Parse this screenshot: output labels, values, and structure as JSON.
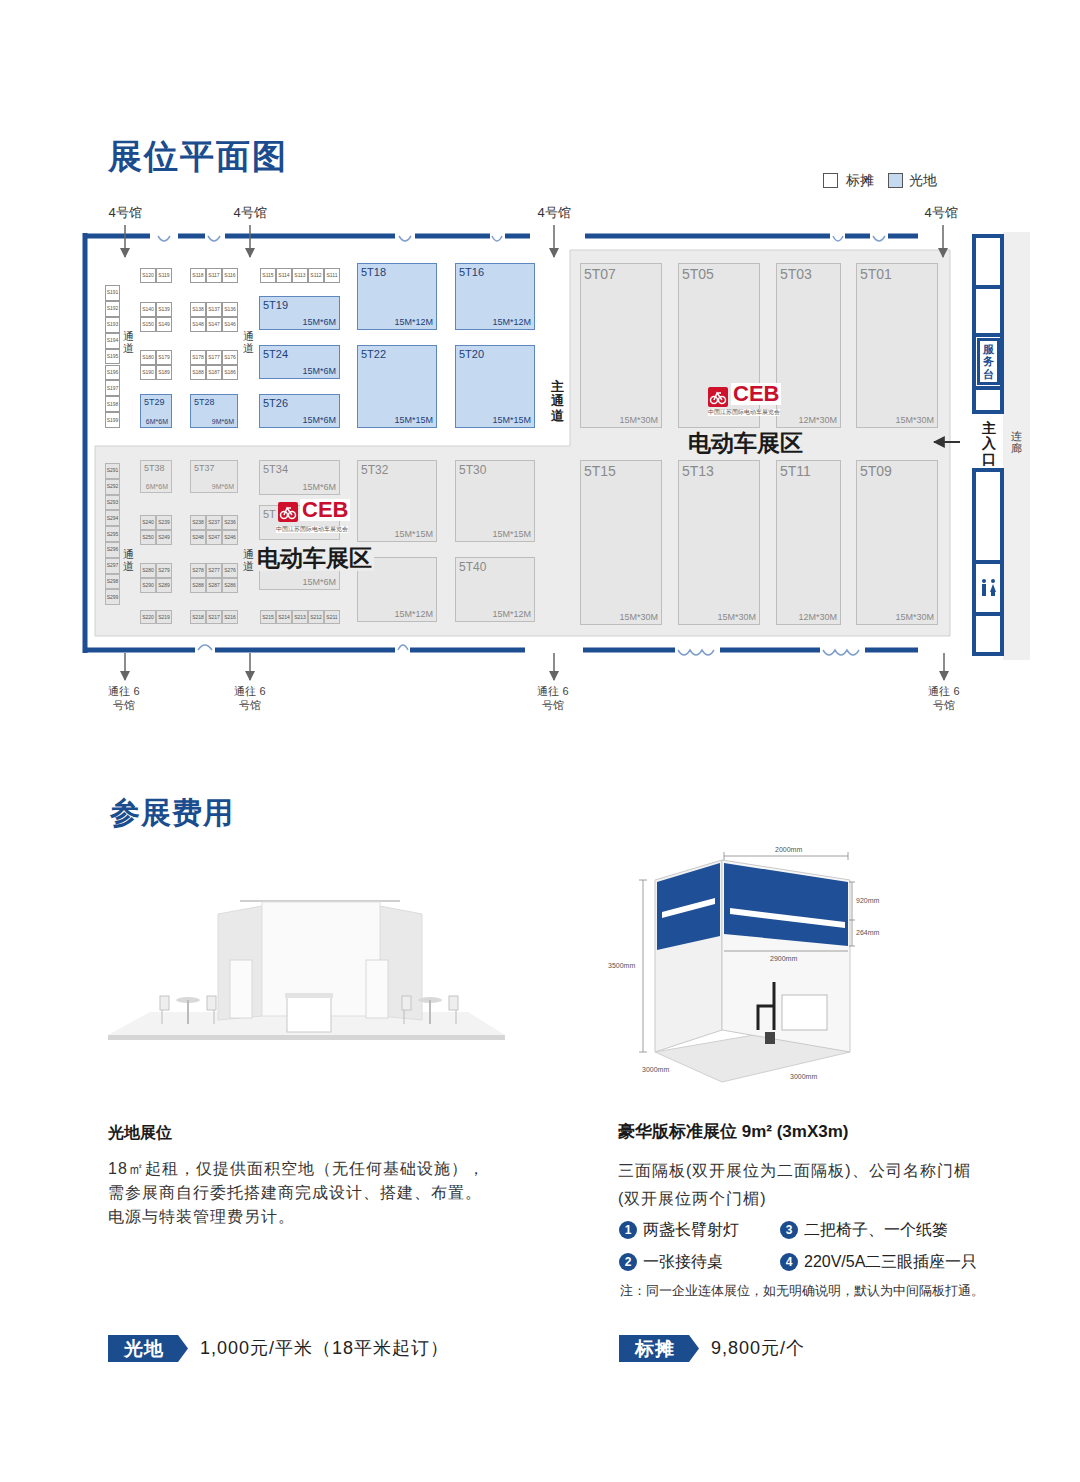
{
  "diagram": {
    "title": "展位平面图",
    "nodes": [
      {
        "text": [
          "S191"
        ]
      },
      {
        "text": [
          "S192"
        ]
      },
      {
        "text": [
          "S193"
        ]
      },
      {
        "text": [
          "S194"
        ]
      },
      {
        "text": [
          "S195"
        ]
      },
      {
        "text": [
          "S196"
        ]
      },
      {
        "text": [
          "S197"
        ]
      },
      {
        "text": [
          "S198"
        ]
      },
      {
        "text": [
          "S199"
        ]
      },
      {
        "text": [
          "S120"
        ]
      },
      {
        "text": [
          "S119"
        ]
      },
      {
        "text": [
          "S118"
        ]
      },
      {
        "text": [
          "S117"
        ]
      },
      {
        "text": [
          "S116"
        ]
      },
      {
        "text": [
          "S115"
        ]
      },
      {
        "text": [
          "S114"
        ]
      },
      {
        "text": [
          "S113"
        ]
      },
      {
        "text": [
          "S112"
        ]
      },
      {
        "text": [
          "S111"
        ]
      },
      {
        "text": [
          "S140"
        ]
      },
      {
        "text": [
          "S139"
        ]
      },
      {
        "text": [
          "S138"
        ]
      },
      {
        "text": [
          "S137"
        ]
      },
      {
        "text": [
          "S136"
        ]
      },
      {
        "text": [
          "S150"
        ]
      },
      {
        "text": [
          "S149"
        ]
      },
      {
        "text": [
          "S148"
        ]
      },
      {
        "text": [
          "S147"
        ]
      },
      {
        "text": [
          "S146"
        ]
      },
      {
        "text": [
          "S180"
        ]
      },
      {
        "text": [
          "S179"
        ]
      },
      {
        "text": [
          "S178"
        ]
      },
      {
        "text": [
          "S177"
        ]
      },
      {
        "text": [
          "S176"
        ]
      },
      {
        "text": [
          "S190"
        ]
      },
      {
        "text": [
          "S189"
        ]
      },
      {
        "text": [
          "S188"
        ]
      },
      {
        "text": [
          "S187"
        ]
      },
      {
        "text": [
          "S186"
        ]
      },
      {
        "text": [
          "5T18",
          "15M*12M"
        ]
      },
      {
        "text": [
          "5T16",
          "15M*12M"
        ]
      },
      {
        "text": [
          "5T19",
          "15M*6M"
        ]
      },
      {
        "text": [
          "5T24",
          "15M*6M"
        ]
      },
      {
        "text": [
          "5T22",
          "15M*15M"
        ]
      },
      {
        "text": [
          "5T20",
          "15M*15M"
        ]
      },
      {
        "text": [
          "5T29",
          "6M*6M"
        ]
      },
      {
        "text": [
          "5T28",
          "9M*6M"
        ]
      },
      {
        "text": [
          "5T26",
          "15M*6M"
        ]
      },
      {
        "text": [
          "5T07",
          "15M*30M"
        ]
      },
      {
        "text": [
          "5T05"
        ]
      },
      {
        "text": [
          "5T03",
          "12M*30M"
        ]
      },
      {
        "text": [
          "5T01",
          "15M*30M"
        ]
      },
      {
        "text": [
          "S291"
        ]
      },
      {
        "text": [
          "S292"
        ]
      },
      {
        "text": [
          "S293"
        ]
      },
      {
        "text": [
          "S294"
        ]
      },
      {
        "text": [
          "S295"
        ]
      },
      {
        "text": [
          "S296"
        ]
      },
      {
        "text": [
          "S297"
        ]
      },
      {
        "text": [
          "S298"
        ]
      },
      {
        "text": [
          "S299"
        ]
      },
      {
        "text": [
          "S240"
        ]
      },
      {
        "text": [
          "S239"
        ]
      },
      {
        "text": [
          "S238"
        ]
      },
      {
        "text": [
          "S237"
        ]
      },
      {
        "text": [
          "S236"
        ]
      },
      {
        "text": [
          "S250"
        ]
      },
      {
        "text": [
          "S249"
        ]
      },
      {
        "text": [
          "S248"
        ]
      },
      {
        "text": [
          "S247"
        ]
      },
      {
        "text": [
          "S246"
        ]
      },
      {
        "text": [
          "S280"
        ]
      },
      {
        "text": [
          "S279"
        ]
      },
      {
        "text": [
          "S278"
        ]
      },
      {
        "text": [
          "S277"
        ]
      },
      {
        "text": [
          "S276"
        ]
      },
      {
        "text": [
          "S290"
        ]
      },
      {
        "text": [
          "S289"
        ]
      },
      {
        "text": [
          "S288"
        ]
      },
      {
        "text": [
          "S287"
        ]
      },
      {
        "text": [
          "S286"
        ]
      },
      {
        "text": [
          "S220"
        ]
      },
      {
        "text": [
          "S219"
        ]
      },
      {
        "text": [
          "S218"
        ]
      },
      {
        "text": [
          "S217"
        ]
      },
      {
        "text": [
          "S216"
        ]
      },
      {
        "text": [
          "S215"
        ]
      },
      {
        "text": [
          "S214"
        ]
      },
      {
        "text": [
          "S213"
        ]
      },
      {
        "text": [
          "S212"
        ]
      },
      {
        "text": [
          "S211"
        ]
      },
      {
        "text": [
          "5T38",
          "6M*6M"
        ]
      },
      {
        "text": [
          "5T37",
          "9M*6M"
        ]
      },
      {
        "text": [
          "5T34",
          "15M*6M"
        ]
      },
      {
        "text": [
          "5T32",
          "15M*15M"
        ]
      },
      {
        "text": [
          "5T30",
          "15M*15M"
        ]
      },
      {
        "text": [
          "5T15",
          "15M*30M"
        ]
      },
      {
        "text": [
          "5T13",
          "15M*30M"
        ]
      },
      {
        "text": [
          "5T11",
          "12M*30M"
        ]
      },
      {
        "text": [
          "5T09",
          "15M*30M"
        ]
      },
      {
        "text": [
          "5T"
        ]
      },
      {
        "text": [
          "15M*6M"
        ]
      },
      {
        "text": [
          "15M*12M"
        ]
      },
      {
        "text": [
          "5T40",
          "15M*12M"
        ]
      },
      {
        "text": [
          "服务台"
        ]
      },
      {
        "text": [
          "1"
        ]
      },
      {
        "text": [
          "2"
        ]
      },
      {
        "text": [
          "3"
        ]
      },
      {
        "text": [
          "4"
        ]
      },
      {
        "text": [
          "光地"
        ]
      },
      {
        "text": [
          "标摊"
        ]
      }
    ],
    "labels": [
      "4号馆",
      "4号馆",
      "4号馆",
      "4号馆",
      "主通道",
      "通道",
      "通道",
      "通道",
      "通道",
      "CEB",
      "中国江苏国际电动车展览会",
      "电动车展区",
      "CEB",
      "中国江苏国际电动车展览会",
      "电动车展区",
      "主入口",
      "连廊",
      "通往 6号馆",
      "通往 6号馆",
      "通往 6号馆",
      "通往 6号馆",
      "参展费用",
      "光地展位",
      "18㎡起租，仅提供面积空地（无任何基础设施），需参展商自行委托搭建商完成设计、搭建、布置。电源与特装管理费另计。",
      "豪华版标准展位 9m² (3mX3m)",
      "三面隔板(双开展位为二面隔板)、公司名称门楣(双开展位两个门楣)",
      "两盏长臂射灯",
      "一张接待桌",
      "二把椅子、一个纸篓",
      "220V/5A二三眼插座一只",
      "注：同一企业连体展位，如无明确说明，默认为中间隔板打通。",
      "1,000元/平米（18平米起订）",
      "9,800元/个",
      "2000mm",
      "920mm",
      "264mm",
      "2900mm",
      "3500mm",
      "3000mm",
      "3000mm"
    ],
    "legend": [
      {
        "text": "标摊",
        "color": "#ffffff"
      },
      {
        "text": "光地",
        "color": "#c5daf1"
      }
    ]
  }
}
